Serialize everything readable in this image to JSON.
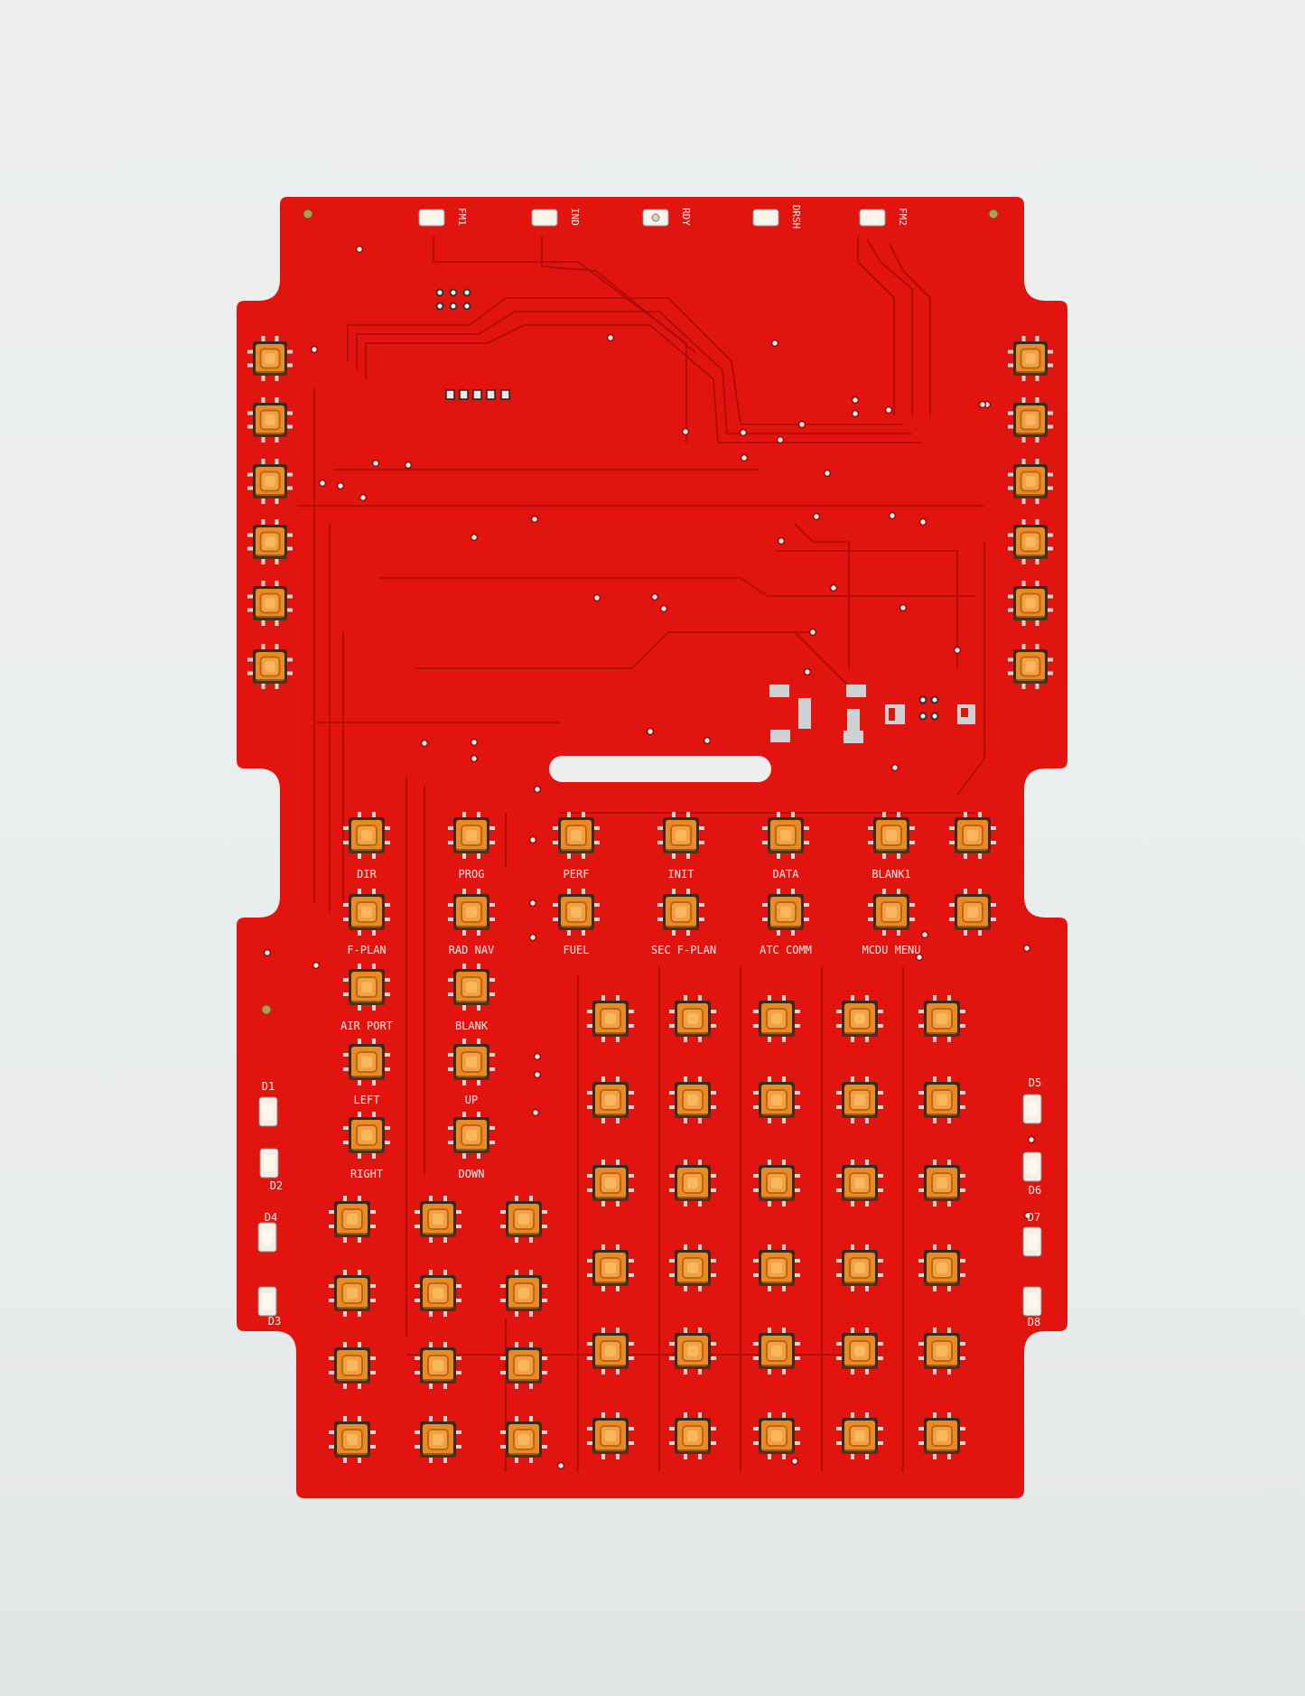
{
  "board": {
    "colors": {
      "solder_mask": "#e1140f",
      "trace": "#a10c08",
      "switch_body": "#ea8a22",
      "switch_frame": "#3a2a1c",
      "pad": "#d8d8d2",
      "silkscreen": "#f4eeea",
      "background": "#eceeee"
    },
    "top_leds": [
      "FM1",
      "IND",
      "RDY",
      "DRSH",
      "FM2"
    ],
    "key_labels_row1": [
      "DIR",
      "PROG",
      "PERF",
      "INIT",
      "DATA",
      "BLANK1"
    ],
    "key_labels_row2": [
      "F-PLAN",
      "RAD NAV",
      "FUEL",
      "SEC F-PLAN",
      "ATC COMM",
      "MCDU MENU"
    ],
    "key_labels_left_col": [
      "AIR PORT",
      "BLANK",
      "LEFT",
      "UP",
      "RIGHT",
      "DOWN"
    ],
    "side_leds_left": [
      "D1",
      "D2",
      "D4",
      "D3"
    ],
    "side_leds_right": [
      "D5",
      "D6",
      "D7",
      "D8"
    ]
  }
}
